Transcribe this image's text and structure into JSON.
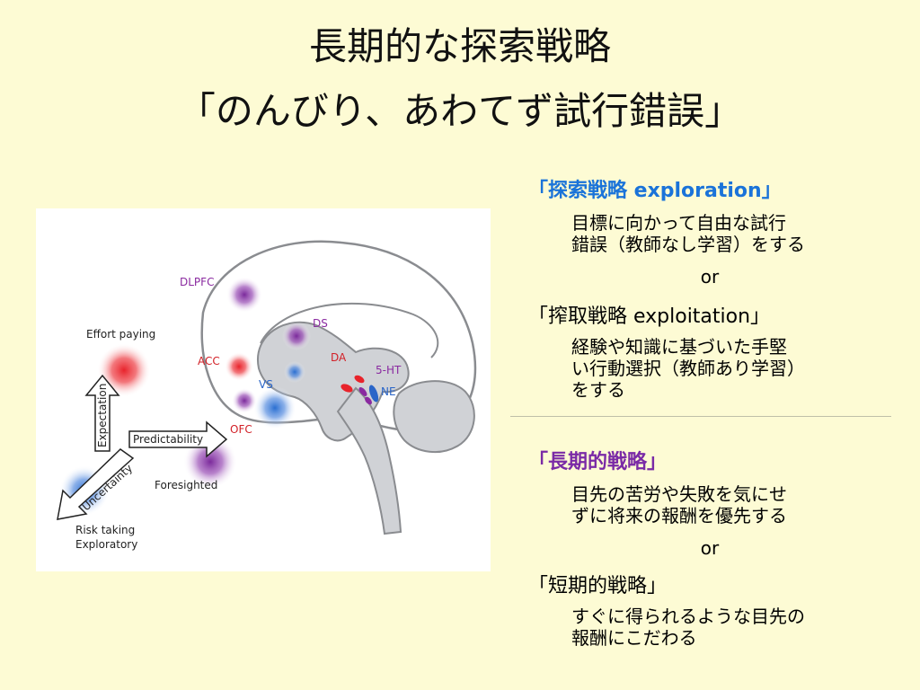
{
  "title": {
    "line1": "長期的な探索戦略",
    "line2": "「のんびり、あわてず試行錯誤」"
  },
  "figure": {
    "axis_effort": "Effort paying",
    "axis_expectation": "Expectation",
    "axis_predictability": "Predictability",
    "axis_uncertainty": "Uncertainty",
    "label_foresighted": "Foresighted",
    "label_risk_taking": "Risk taking",
    "label_exploratory": "Exploratory",
    "region_dlpfc": "DLPFC",
    "region_acc": "ACC",
    "region_ofc": "OFC",
    "region_vs": "VS",
    "region_ds": "DS",
    "region_da": "DA",
    "region_5ht": "5-HT",
    "region_ne": "NE",
    "colors": {
      "red": "#e8232b",
      "purple": "#7b2a9b",
      "blue": "#2a6fd1",
      "red_label": "#d21f26",
      "purple_label": "#8a2aa0",
      "blue_label": "#2a65c8",
      "brain_fill": "#d0d2d6",
      "brain_outline": "#8a8c90"
    }
  },
  "strategies": {
    "exploration_heading": "「探索戦略 exploration」",
    "exploration_desc": "目標に向かって自由な試行\n錯誤（教師なし学習）をする",
    "or_1": "or",
    "exploitation_heading": "「搾取戦略 exploitation」",
    "exploitation_desc": "経験や知識に基づいた手堅\nい行動選択（教師あり学習）\nをする",
    "longterm_heading": "「長期的戦略」",
    "longterm_desc": "目先の苦労や失敗を気にせ\nずに将来の報酬を優先する",
    "or_2": "or",
    "shortterm_heading": "「短期的戦略」",
    "shortterm_desc": "すぐに得られるような目先の\n報酬にこだわる"
  }
}
